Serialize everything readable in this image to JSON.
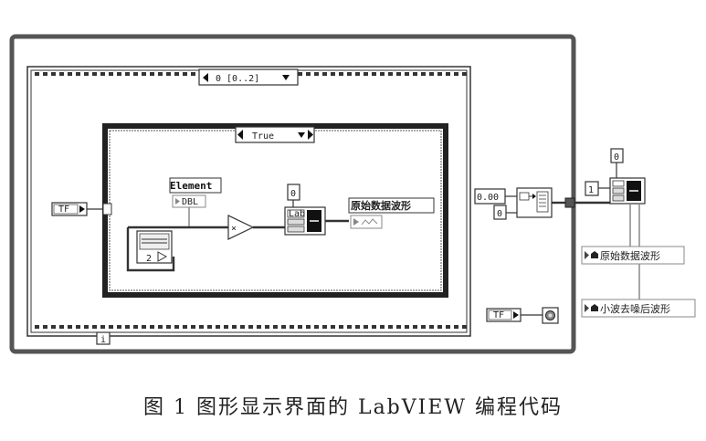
{
  "frames": {
    "sequence_selector": "0 [0..2]",
    "case_selector": "True",
    "loop_iteration": "i"
  },
  "inner": {
    "tf_control": "TF",
    "element_label": "Element",
    "element_type": "DBL",
    "array_size": "2",
    "index_const": "0",
    "build_array_label": "Lab",
    "graph_name": "原始数据波形"
  },
  "outer": {
    "numeric_const": "0.00",
    "zero_const": "0",
    "index_const_top": "0",
    "index_const_one": "1",
    "tf_stop": "TF",
    "prop_original": "原始数据波形",
    "prop_denoised": "小波去噪后波形"
  },
  "caption": "图 1  图形显示界面的 LabVIEW 编程代码"
}
